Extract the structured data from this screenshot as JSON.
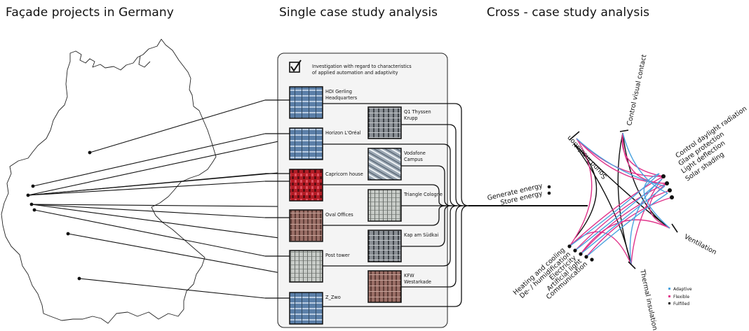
{
  "headings": {
    "map": "Façade projects in Germany",
    "single": "Single case study analysis",
    "cross": "Cross - case study analysis"
  },
  "investigation": {
    "line1": "Investigation with regard to characteristics",
    "line2": "of applied automation and adaptivity"
  },
  "projects": [
    {
      "l1": "HDI Gerling",
      "l2": "Headquarters"
    },
    {
      "l1": "Q1 Thyssen",
      "l2": "Krupp"
    },
    {
      "l1": "Horizon L'Oréal",
      "l2": ""
    },
    {
      "l1": "Vodafone",
      "l2": "Campus"
    },
    {
      "l1": "Capricorn house",
      "l2": ""
    },
    {
      "l1": "Triangle Cologne",
      "l2": ""
    },
    {
      "l1": "Oval Offices",
      "l2": ""
    },
    {
      "l1": "Kap am Südkai",
      "l2": ""
    },
    {
      "l1": "Post tower",
      "l2": ""
    },
    {
      "l1": "KFW",
      "l2": "Westarkade"
    },
    {
      "l1": "Z_Zwo",
      "l2": ""
    }
  ],
  "axes": {
    "sound": "Sound insulation",
    "visual": "Control visual contact",
    "daylight": [
      "Control daylight radiation",
      "Glare protection",
      "Light deflection",
      "Solar shading"
    ],
    "ventilation": "Ventilation",
    "thermal": "Thermal insulation",
    "bottom": [
      "Heating and cooling",
      "De- / humidification",
      "Electricity",
      "Artificial light",
      "Communication"
    ],
    "energy": [
      "Generate energy",
      "Store energy"
    ]
  },
  "legend": [
    {
      "label": "Adaptive",
      "color": "#4aa3df"
    },
    {
      "label": "Flexible",
      "color": "#e0338a"
    },
    {
      "label": "Fulfilled",
      "color": "#111111"
    }
  ]
}
